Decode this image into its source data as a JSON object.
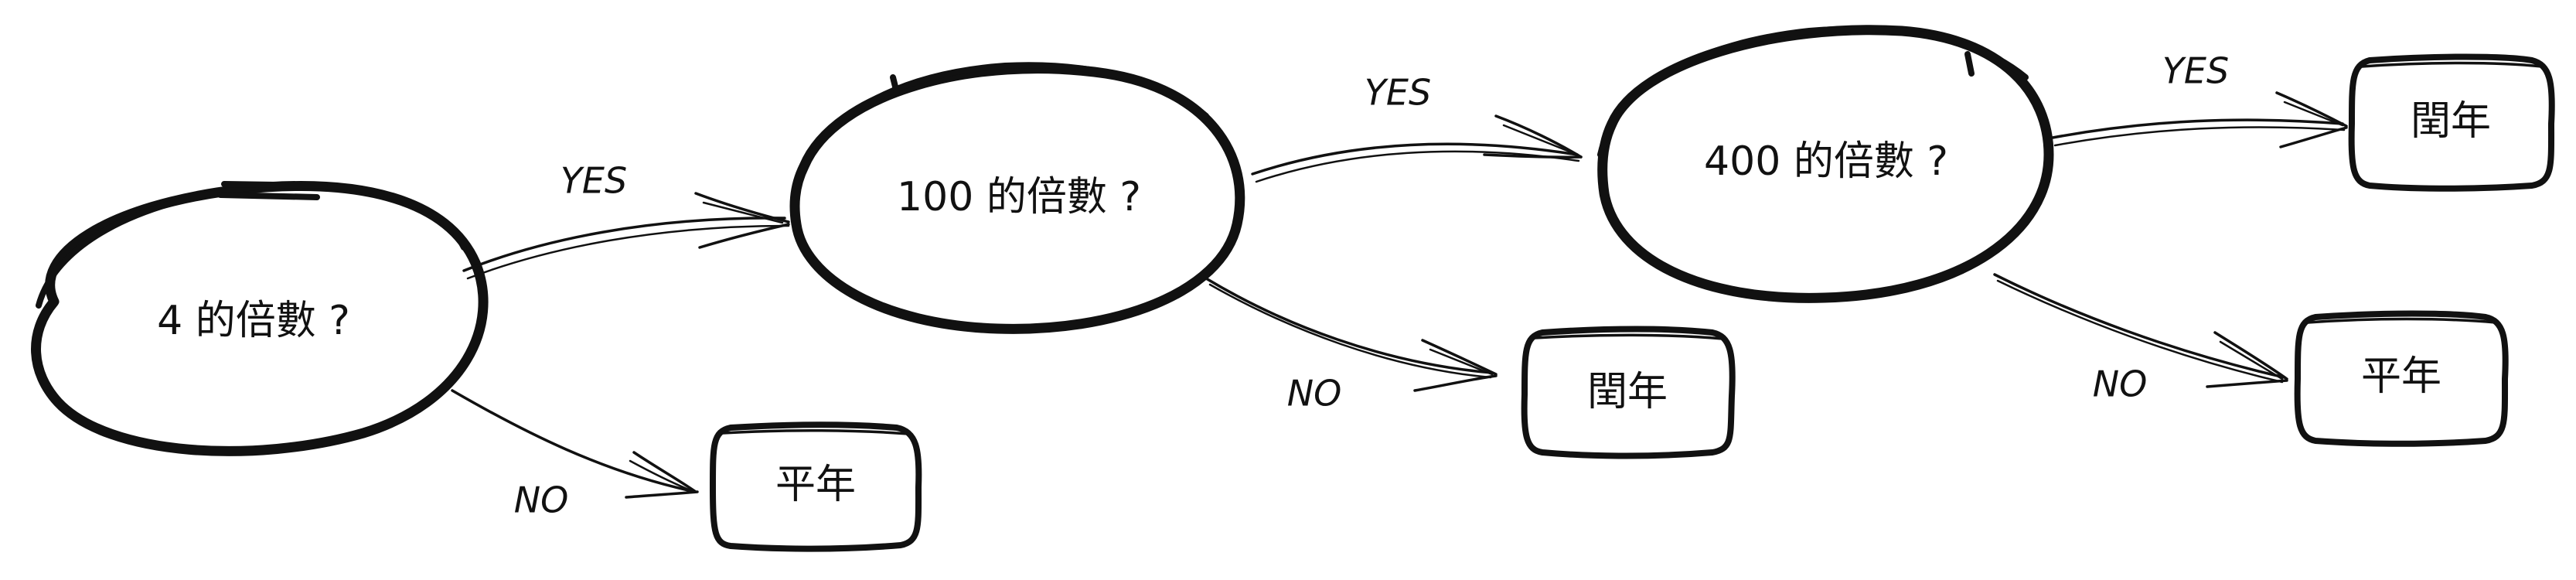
{
  "nodes": {
    "q4": {
      "label": "4 的倍數 ?"
    },
    "q100": {
      "label": "100 的倍數 ?"
    },
    "q400": {
      "label": "400 的倍數 ?"
    },
    "r1": {
      "label": "平年"
    },
    "r2": {
      "label": "閏年"
    },
    "r3": {
      "label": "閏年"
    },
    "r4": {
      "label": "平年"
    }
  },
  "edges": {
    "e1": {
      "label": "YES"
    },
    "e2": {
      "label": "NO"
    },
    "e3": {
      "label": "YES"
    },
    "e4": {
      "label": "NO"
    },
    "e5": {
      "label": "YES"
    },
    "e6": {
      "label": "NO"
    }
  }
}
